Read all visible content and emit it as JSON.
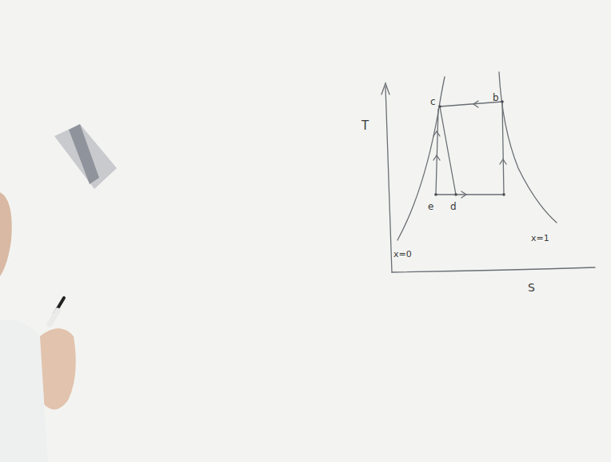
{
  "diagram": {
    "labels": [
      "T",
      "S",
      "c",
      "b",
      "e",
      "d",
      "x=0",
      "x=1"
    ]
  }
}
